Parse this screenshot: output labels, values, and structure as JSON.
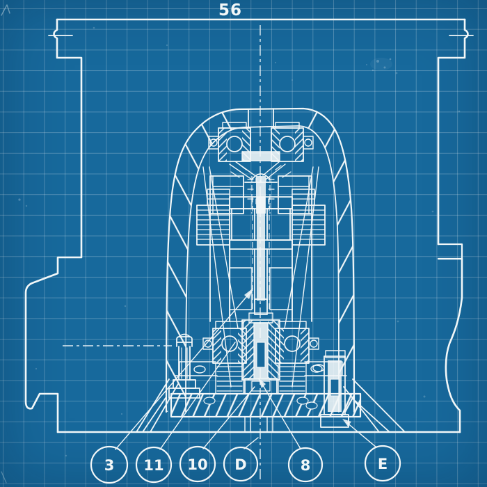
{
  "drawing": {
    "dimension_label": "56",
    "callouts": [
      {
        "label": "3"
      },
      {
        "label": "11"
      },
      {
        "label": "10"
      },
      {
        "label": "D"
      },
      {
        "label": "8"
      },
      {
        "label": "E"
      }
    ],
    "colors": {
      "background": "#17699C",
      "ink": "#F2F7F8",
      "grid_line": "rgba(255,255,255,0.24)"
    }
  }
}
